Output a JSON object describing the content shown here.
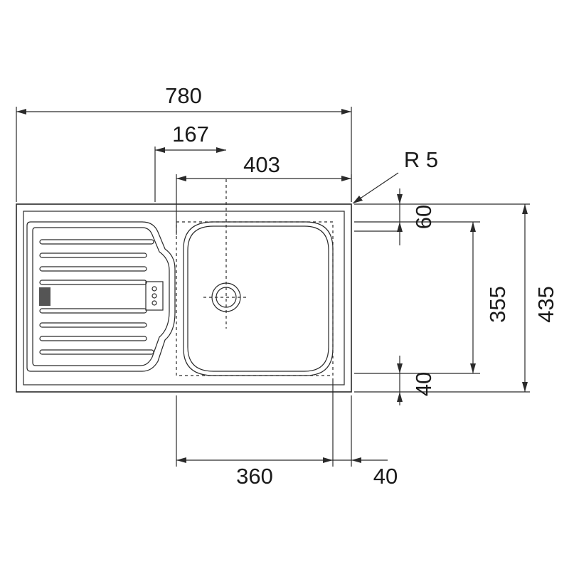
{
  "drawing": {
    "dimensions": {
      "overall_width": "780",
      "bowl_offset": "167",
      "bowl_width": "403",
      "corner_radius": "R 5",
      "top_margin": "60",
      "bowl_depth": "355",
      "overall_depth": "435",
      "bottom_margin": "40",
      "bowl_bottom_width": "360",
      "side_margin": "40"
    }
  }
}
